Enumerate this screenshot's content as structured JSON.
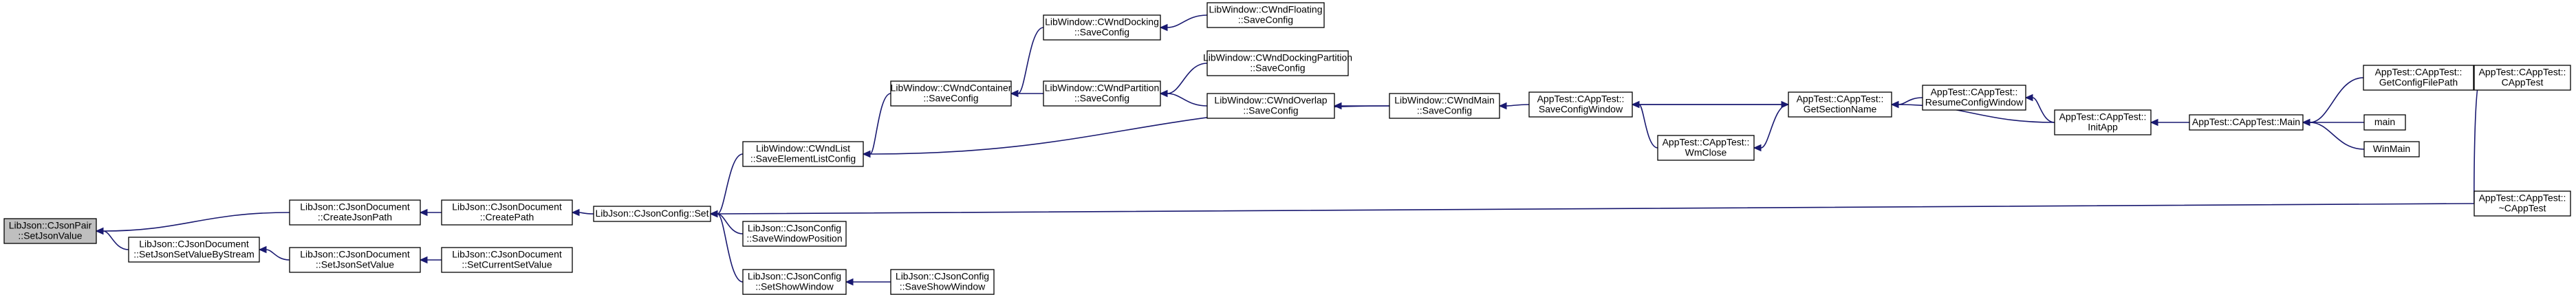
{
  "nodes": [
    {
      "id": "jsonpair_setjsonvalue",
      "lines": [
        "LibJson::CJsonPair",
        "::SetJsonValue"
      ],
      "root": true
    },
    {
      "id": "doc_createjsonpath",
      "lines": [
        "LibJson::CJsonDocument",
        "::CreateJsonPath"
      ]
    },
    {
      "id": "doc_setjsonsetvaluebystream",
      "lines": [
        "LibJson::CJsonDocument",
        "::SetJsonSetValueByStream"
      ]
    },
    {
      "id": "doc_createpath",
      "lines": [
        "LibJson::CJsonDocument",
        "::CreatePath"
      ]
    },
    {
      "id": "doc_setjsonsetvalue",
      "lines": [
        "LibJson::CJsonDocument",
        "::SetJsonSetValue"
      ]
    },
    {
      "id": "doc_setcurrentsetvalue",
      "lines": [
        "LibJson::CJsonDocument",
        "::SetCurrentSetValue"
      ]
    },
    {
      "id": "config_set",
      "lines": [
        "LibJson::CJsonConfig::Set"
      ]
    },
    {
      "id": "wndlist_saveelementlistconfig",
      "lines": [
        "LibWindow::CWndList",
        "::SaveElementListConfig"
      ]
    },
    {
      "id": "config_savewindowposition",
      "lines": [
        "LibJson::CJsonConfig",
        "::SaveWindowPosition"
      ]
    },
    {
      "id": "config_setshowwindow",
      "lines": [
        "LibJson::CJsonConfig",
        "::SetShowWindow"
      ]
    },
    {
      "id": "config_saveshowwindow",
      "lines": [
        "LibJson::CJsonConfig",
        "::SaveShowWindow"
      ]
    },
    {
      "id": "wndcontainer_saveconfig",
      "lines": [
        "LibWindow::CWndContainer",
        "::SaveConfig"
      ]
    },
    {
      "id": "wnddocking_saveconfig",
      "lines": [
        "LibWindow::CWndDocking",
        "::SaveConfig"
      ]
    },
    {
      "id": "wndfloating_saveconfig",
      "lines": [
        "LibWindow::CWndFloating",
        "::SaveConfig"
      ]
    },
    {
      "id": "wndpartition_saveconfig",
      "lines": [
        "LibWindow::CWndPartition",
        "::SaveConfig"
      ]
    },
    {
      "id": "wnddockingpartition_saveconfig",
      "lines": [
        "LibWindow::CWndDockingPartition",
        "::SaveConfig"
      ]
    },
    {
      "id": "wndoverlap_saveconfig",
      "lines": [
        "LibWindow::CWndOverlap",
        "::SaveConfig"
      ]
    },
    {
      "id": "wndmain_saveconfig",
      "lines": [
        "LibWindow::CWndMain",
        "::SaveConfig"
      ]
    },
    {
      "id": "app_saveconfigwindow",
      "lines": [
        "AppTest::CAppTest::",
        "SaveConfigWindow"
      ]
    },
    {
      "id": "app_wmclose",
      "lines": [
        "AppTest::CAppTest::",
        "WmClose"
      ]
    },
    {
      "id": "app_getsectionname",
      "lines": [
        "AppTest::CAppTest::",
        "GetSectionName"
      ]
    },
    {
      "id": "app_resumeconfigwindow",
      "lines": [
        "AppTest::CAppTest::",
        "ResumeConfigWindow"
      ]
    },
    {
      "id": "app_initapp",
      "lines": [
        "AppTest::CAppTest::",
        "InitApp"
      ]
    },
    {
      "id": "app_main",
      "lines": [
        "AppTest::CAppTest::Main"
      ]
    },
    {
      "id": "app_getconfigfilepath",
      "lines": [
        "AppTest::CAppTest::",
        "GetConfigFilePath"
      ]
    },
    {
      "id": "app_ctor",
      "lines": [
        "AppTest::CAppTest::",
        "CAppTest"
      ]
    },
    {
      "id": "app_dtor",
      "lines": [
        "AppTest::CAppTest::",
        "~CAppTest"
      ]
    },
    {
      "id": "main",
      "lines": [
        "main"
      ]
    },
    {
      "id": "winmain",
      "lines": [
        "WinMain"
      ]
    }
  ],
  "edges": [
    [
      "doc_createjsonpath",
      "jsonpair_setjsonvalue"
    ],
    [
      "doc_setjsonsetvaluebystream",
      "jsonpair_setjsonvalue"
    ],
    [
      "doc_createpath",
      "doc_createjsonpath"
    ],
    [
      "doc_setjsonsetvalue",
      "doc_setjsonsetvaluebystream"
    ],
    [
      "config_set",
      "doc_createpath"
    ],
    [
      "doc_setcurrentsetvalue",
      "doc_setjsonsetvalue"
    ],
    [
      "wndlist_saveelementlistconfig",
      "config_set"
    ],
    [
      "config_savewindowposition",
      "config_set"
    ],
    [
      "config_setshowwindow",
      "config_set"
    ],
    [
      "app_dtor",
      "config_set"
    ],
    [
      "config_saveshowwindow",
      "config_setshowwindow"
    ],
    [
      "wndcontainer_saveconfig",
      "wndlist_saveelementlistconfig"
    ],
    [
      "wndmain_saveconfig",
      "wndlist_saveelementlistconfig"
    ],
    [
      "wnddocking_saveconfig",
      "wndcontainer_saveconfig"
    ],
    [
      "wndpartition_saveconfig",
      "wndcontainer_saveconfig"
    ],
    [
      "wndfloating_saveconfig",
      "wnddocking_saveconfig"
    ],
    [
      "wnddockingpartition_saveconfig",
      "wndpartition_saveconfig"
    ],
    [
      "wndoverlap_saveconfig",
      "wndpartition_saveconfig"
    ],
    [
      "wndmain_saveconfig",
      "wndoverlap_saveconfig"
    ],
    [
      "app_saveconfigwindow",
      "wndmain_saveconfig"
    ],
    [
      "app_getsectionname",
      "app_saveconfigwindow"
    ],
    [
      "app_wmclose",
      "app_saveconfigwindow"
    ],
    [
      "app_saveconfigwindow",
      "app_getsectionname"
    ],
    [
      "app_getsectionname",
      "app_wmclose"
    ],
    [
      "app_resumeconfigwindow",
      "app_getsectionname"
    ],
    [
      "app_initapp",
      "app_getsectionname"
    ],
    [
      "app_initapp",
      "app_resumeconfigwindow"
    ],
    [
      "app_main",
      "app_initapp"
    ],
    [
      "app_getconfigfilepath",
      "app_main"
    ],
    [
      "main",
      "app_main"
    ],
    [
      "winmain",
      "app_main"
    ],
    [
      "app_ctor",
      "app_getconfigfilepath"
    ],
    [
      "app_dtor",
      "app_getconfigfilepath"
    ]
  ]
}
